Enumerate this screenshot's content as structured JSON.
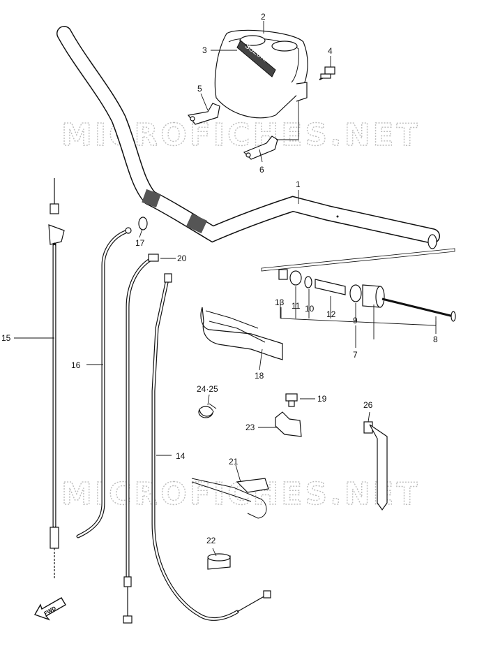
{
  "watermark": {
    "text": "MICROFICHES.NET"
  },
  "cover_brand": "SUZUKI",
  "fwd_label": "FWD",
  "callouts": [
    "1",
    "2",
    "3",
    "4",
    "5",
    "6",
    "7",
    "8",
    "9",
    "10",
    "11",
    "12",
    "13",
    "14",
    "15",
    "16",
    "17",
    "18",
    "19",
    "20",
    "21",
    "22",
    "23",
    "24·25",
    "26"
  ]
}
